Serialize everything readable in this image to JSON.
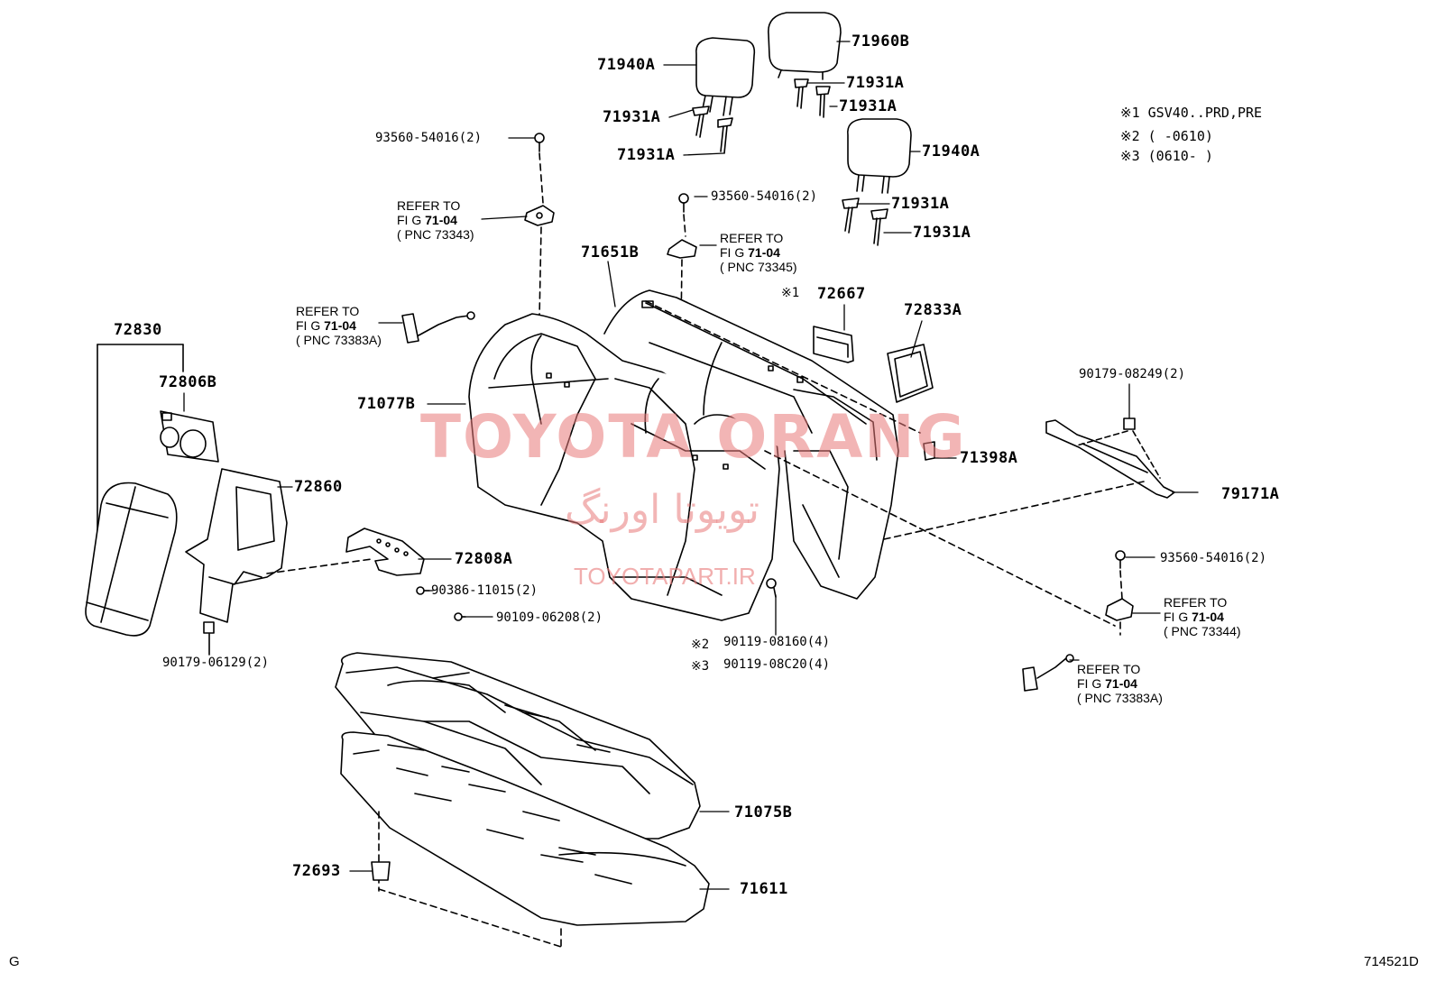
{
  "parts": {
    "p71940A_top": "71940A",
    "p71960B": "71960B",
    "p71931A_1": "71931A",
    "p71931A_2": "71931A",
    "p71931A_3": "71931A",
    "p71931A_4": "71931A",
    "p71940A_right": "71940A",
    "p71931A_5": "71931A",
    "p71931A_6": "71931A",
    "p93560_top": "93560-54016(2)",
    "p93560_mid": "93560-54016(2)",
    "p71651B": "71651B",
    "p72667": "72667",
    "p72833A": "72833A",
    "p72830": "72830",
    "p72806B": "72806B",
    "p71077B": "71077B",
    "p72860": "72860",
    "p72808A": "72808A",
    "p90386": "90386-11015(2)",
    "p90109": "90109-06208(2)",
    "p90179_06129": "90179-06129(2)",
    "p90179_08249": "90179-08249(2)",
    "p71398A": "71398A",
    "p79171A": "79171A",
    "p93560_right": "93560-54016(2)",
    "p90119_08160": "90119-08160(4)",
    "p90119_08C20": "90119-08C20(4)",
    "p71075B": "71075B",
    "p72693": "72693",
    "p71611": "71611"
  },
  "markers": {
    "m1": "※1",
    "m2": "※2",
    "m3": "※3"
  },
  "notes": {
    "n1": "※1 GSV40..PRD,PRE",
    "n2": "※2 (      -0610)",
    "n3": "※3 (0610-      )"
  },
  "refs": {
    "r73343": {
      "l1": "REFER TO",
      "l2a": "FI G ",
      "l2b": "71-04",
      "l3": "( PNC 73343)"
    },
    "r73345": {
      "l1": "REFER TO",
      "l2a": "FI G ",
      "l2b": "71-04",
      "l3": "( PNC 73345)"
    },
    "r73383A_left": {
      "l1": "REFER TO",
      "l2a": "FI G ",
      "l2b": "71-04",
      "l3": "( PNC 73383A)"
    },
    "r73344": {
      "l1": "REFER TO",
      "l2a": "FI G ",
      "l2b": "71-04",
      "l3": "( PNC 73344)"
    },
    "r73383A_right": {
      "l1": "REFER TO",
      "l2a": "FI G ",
      "l2b": "71-04",
      "l3": "( PNC 73383A)"
    }
  },
  "watermark": {
    "brand": "TOYOTA ORANG",
    "arabic": "تویوتا اورنگ",
    "site": "TOYOTAPART.IR"
  },
  "corner": {
    "left": "G",
    "right": "714521D"
  }
}
